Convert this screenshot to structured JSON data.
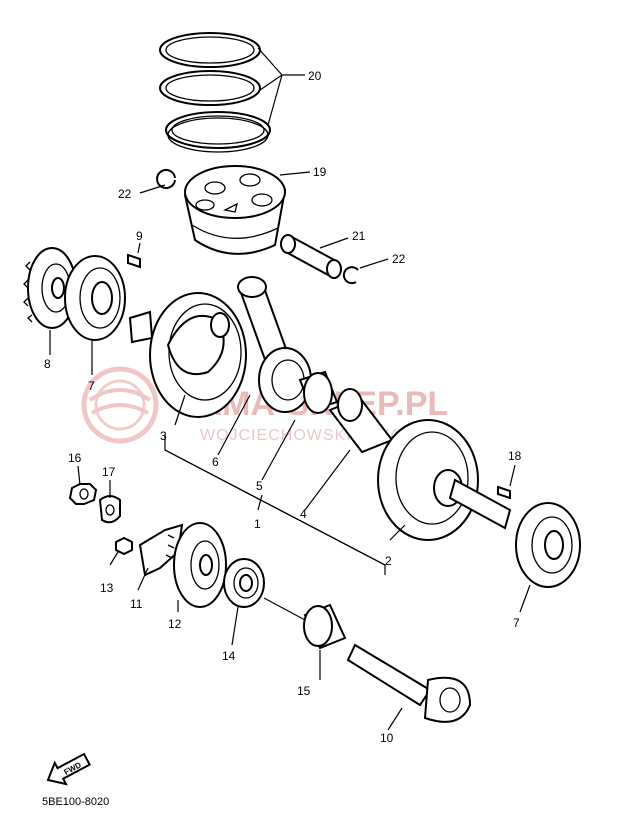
{
  "callouts": {
    "p1": "1",
    "p2": "2",
    "p3": "3",
    "p4": "4",
    "p5": "5",
    "p6": "6",
    "p7a": "7",
    "p7b": "7",
    "p8": "8",
    "p9": "9",
    "p10": "10",
    "p11": "11",
    "p12": "12",
    "p13": "13",
    "p14": "14",
    "p15": "15",
    "p16": "16",
    "p17": "17",
    "p18": "18",
    "p19": "19",
    "p20": "20",
    "p21": "21",
    "p22a": "22",
    "p22b": "22"
  },
  "watermark": {
    "brand": "YAMA-SKLEP.PL",
    "owner": "WOJCIECHOWSKI ... YAMAHA"
  },
  "fwd_label": "FWD",
  "diagram_code": "5BE100-8020",
  "colors": {
    "line": "#000000",
    "watermark": "#e8b3b3"
  }
}
